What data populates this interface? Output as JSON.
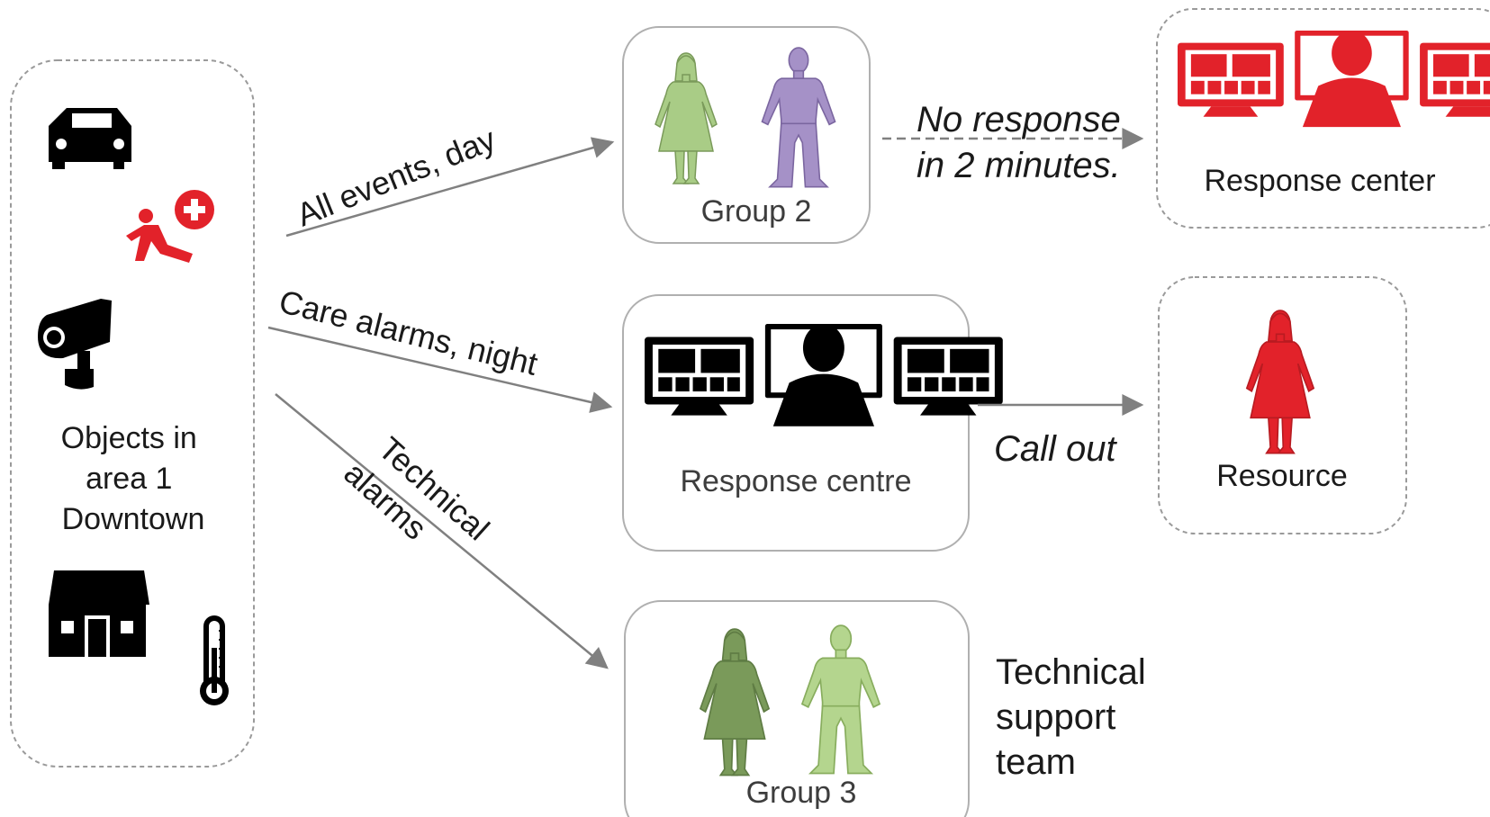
{
  "source": {
    "label_lines": [
      "Objects in",
      "area 1",
      "Downtown"
    ],
    "icons": [
      "car-icon",
      "fall-alarm-icon",
      "security-camera-icon",
      "building-icon",
      "thermometer-icon"
    ]
  },
  "routes": {
    "all_events_day": "All events, day",
    "care_alarms_night": "Care alarms, night",
    "technical_alarms_lines": [
      "Technical",
      "alarms"
    ],
    "no_response_lines": [
      "No response",
      "in 2 minutes."
    ],
    "call_out": "Call out"
  },
  "nodes": {
    "group2": {
      "label": "Group 2",
      "icons": [
        "woman-icon",
        "man-icon"
      ]
    },
    "response_centre": {
      "label": "Response centre",
      "icons": [
        "operator-workstation-icon"
      ]
    },
    "group3": {
      "label": "Group 3",
      "icons": [
        "woman-icon",
        "man-icon"
      ]
    },
    "response_center": {
      "label": "Response center",
      "icons": [
        "operator-workstation-icon"
      ]
    },
    "resource": {
      "label": "Resource",
      "icons": [
        "woman-icon"
      ]
    }
  },
  "technical_support_lines": [
    "Technical",
    "support",
    "team"
  ],
  "colors": {
    "group2_woman": "#a9cc86",
    "group2_man": "#a591c7",
    "group3_woman": "#7a9a5a",
    "group3_man": "#b4d58e",
    "alert_red": "#e2222a",
    "arrow_grey": "#808080",
    "box_border": "#b0b0b0"
  }
}
